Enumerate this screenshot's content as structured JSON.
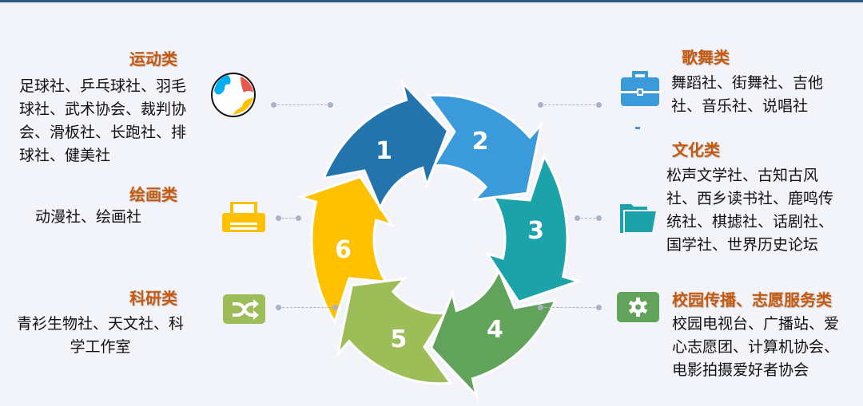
{
  "steps": [
    "1",
    "2",
    "3",
    "4",
    "5",
    "6"
  ],
  "colors": [
    "#2374ad",
    "#3b9bda",
    "#1ba3a9",
    "#62a35c",
    "#9dbd59",
    "#ffc000"
  ],
  "categories": {
    "sports": {
      "title": "运动类",
      "text": "足球社、乒乓球社、羽毛球社、武术协会、裁判协会、滑板社、长跑社、排球社、健美社"
    },
    "painting": {
      "title": "绘画类",
      "text": "动漫社、绘画社"
    },
    "research": {
      "title": "科研类",
      "text": "青衫生物社、天文社、科学工作室"
    },
    "dance": {
      "title": "歌舞类",
      "text": "舞蹈社、街舞社、吉他社、音乐社、说唱社"
    },
    "culture": {
      "title": "文化类",
      "text": "松声文学社、古知古风社、西乡读书社、鹿鸣传统社、棋摅社、话剧社、国学社、世界历史论坛"
    },
    "media": {
      "title": "校园传播、志愿服务类",
      "text": "校园电视台、广播站、爱心志愿团、计算机协会、电影拍摄爱好者协会"
    }
  },
  "icons": [
    "globe-icon",
    "printer-icon",
    "shuffle-icon",
    "briefcase-icon",
    "folder-icon",
    "gear-icon"
  ]
}
